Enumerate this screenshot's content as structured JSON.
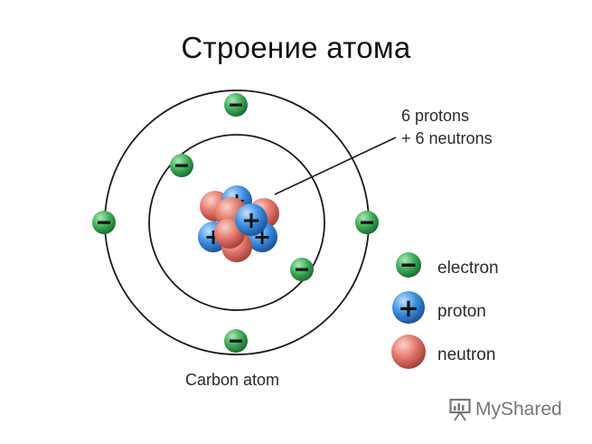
{
  "title": "Строение атома",
  "nucleus_label": {
    "line1": "6 protons",
    "line2": "+ 6 neutrons"
  },
  "caption": "Carbon atom",
  "legend": [
    {
      "symbol": "-",
      "label": "electron"
    },
    {
      "symbol": "+",
      "label": "proton"
    },
    {
      "symbol": "",
      "label": "neutron"
    }
  ],
  "colors": {
    "electron": "#2e9a4a",
    "proton": "#2f7fd0",
    "neutron": "#d9665a",
    "orbit": "#1a1a1a"
  },
  "watermark": "MyShared"
}
